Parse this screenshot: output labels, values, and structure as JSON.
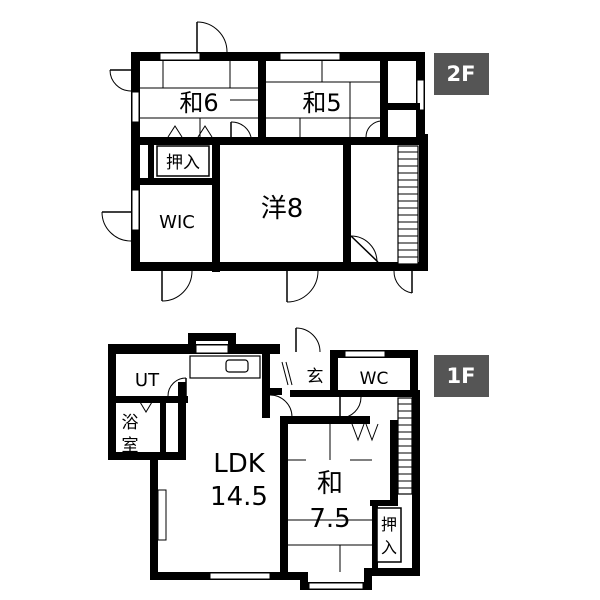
{
  "floors": [
    {
      "badge": "2F",
      "rooms": [
        {
          "id": "washitsu6",
          "label": "和6"
        },
        {
          "id": "washitsu5",
          "label": "和5"
        },
        {
          "id": "oshiire2f",
          "label": "押入"
        },
        {
          "id": "wic",
          "label": "WIC"
        },
        {
          "id": "yoshitsu8",
          "label": "洋8"
        }
      ]
    },
    {
      "badge": "1F",
      "rooms": [
        {
          "id": "ut",
          "label": "UT"
        },
        {
          "id": "yokushitsu",
          "label": "浴室"
        },
        {
          "id": "genkan",
          "label": "玄"
        },
        {
          "id": "wc",
          "label": "WC"
        },
        {
          "id": "ldk",
          "label": "LDK",
          "size": "14.5"
        },
        {
          "id": "washitsu75",
          "label": "和",
          "size": "7.5"
        },
        {
          "id": "oshiire1f",
          "label": "押入"
        }
      ]
    }
  ],
  "colors": {
    "wall": "#000000",
    "badge_bg": "#555555",
    "badge_text": "#ffffff"
  }
}
